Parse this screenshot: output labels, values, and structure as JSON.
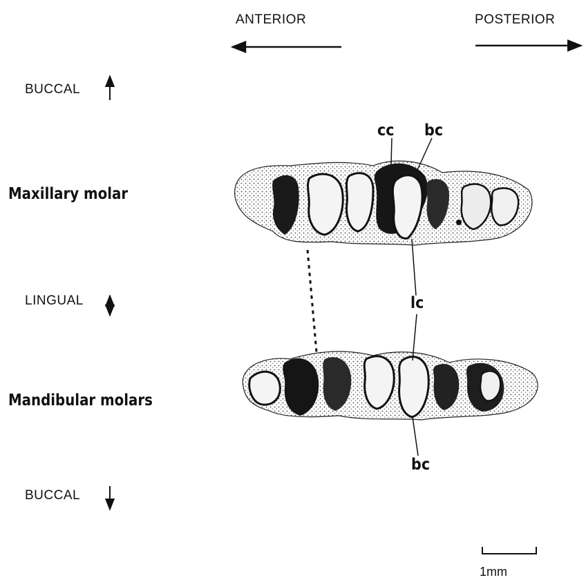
{
  "directions": {
    "anterior": "ANTERIOR",
    "posterior": "POSTERIOR"
  },
  "sides": {
    "buccal_top": "BUCCAL",
    "lingual": "LINGUAL",
    "buccal_bottom": "BUCCAL"
  },
  "rows": {
    "maxillary": "Maxillary molar",
    "mandibular": "Mandibular molars"
  },
  "cusp_labels": {
    "cc": "cc",
    "bc_upper": "bc",
    "lc": "lc",
    "bc_lower": "bc"
  },
  "scale_bar": {
    "label": "1mm"
  },
  "colors": {
    "ink": "#111111",
    "enamel": "#f4f4f4"
  }
}
